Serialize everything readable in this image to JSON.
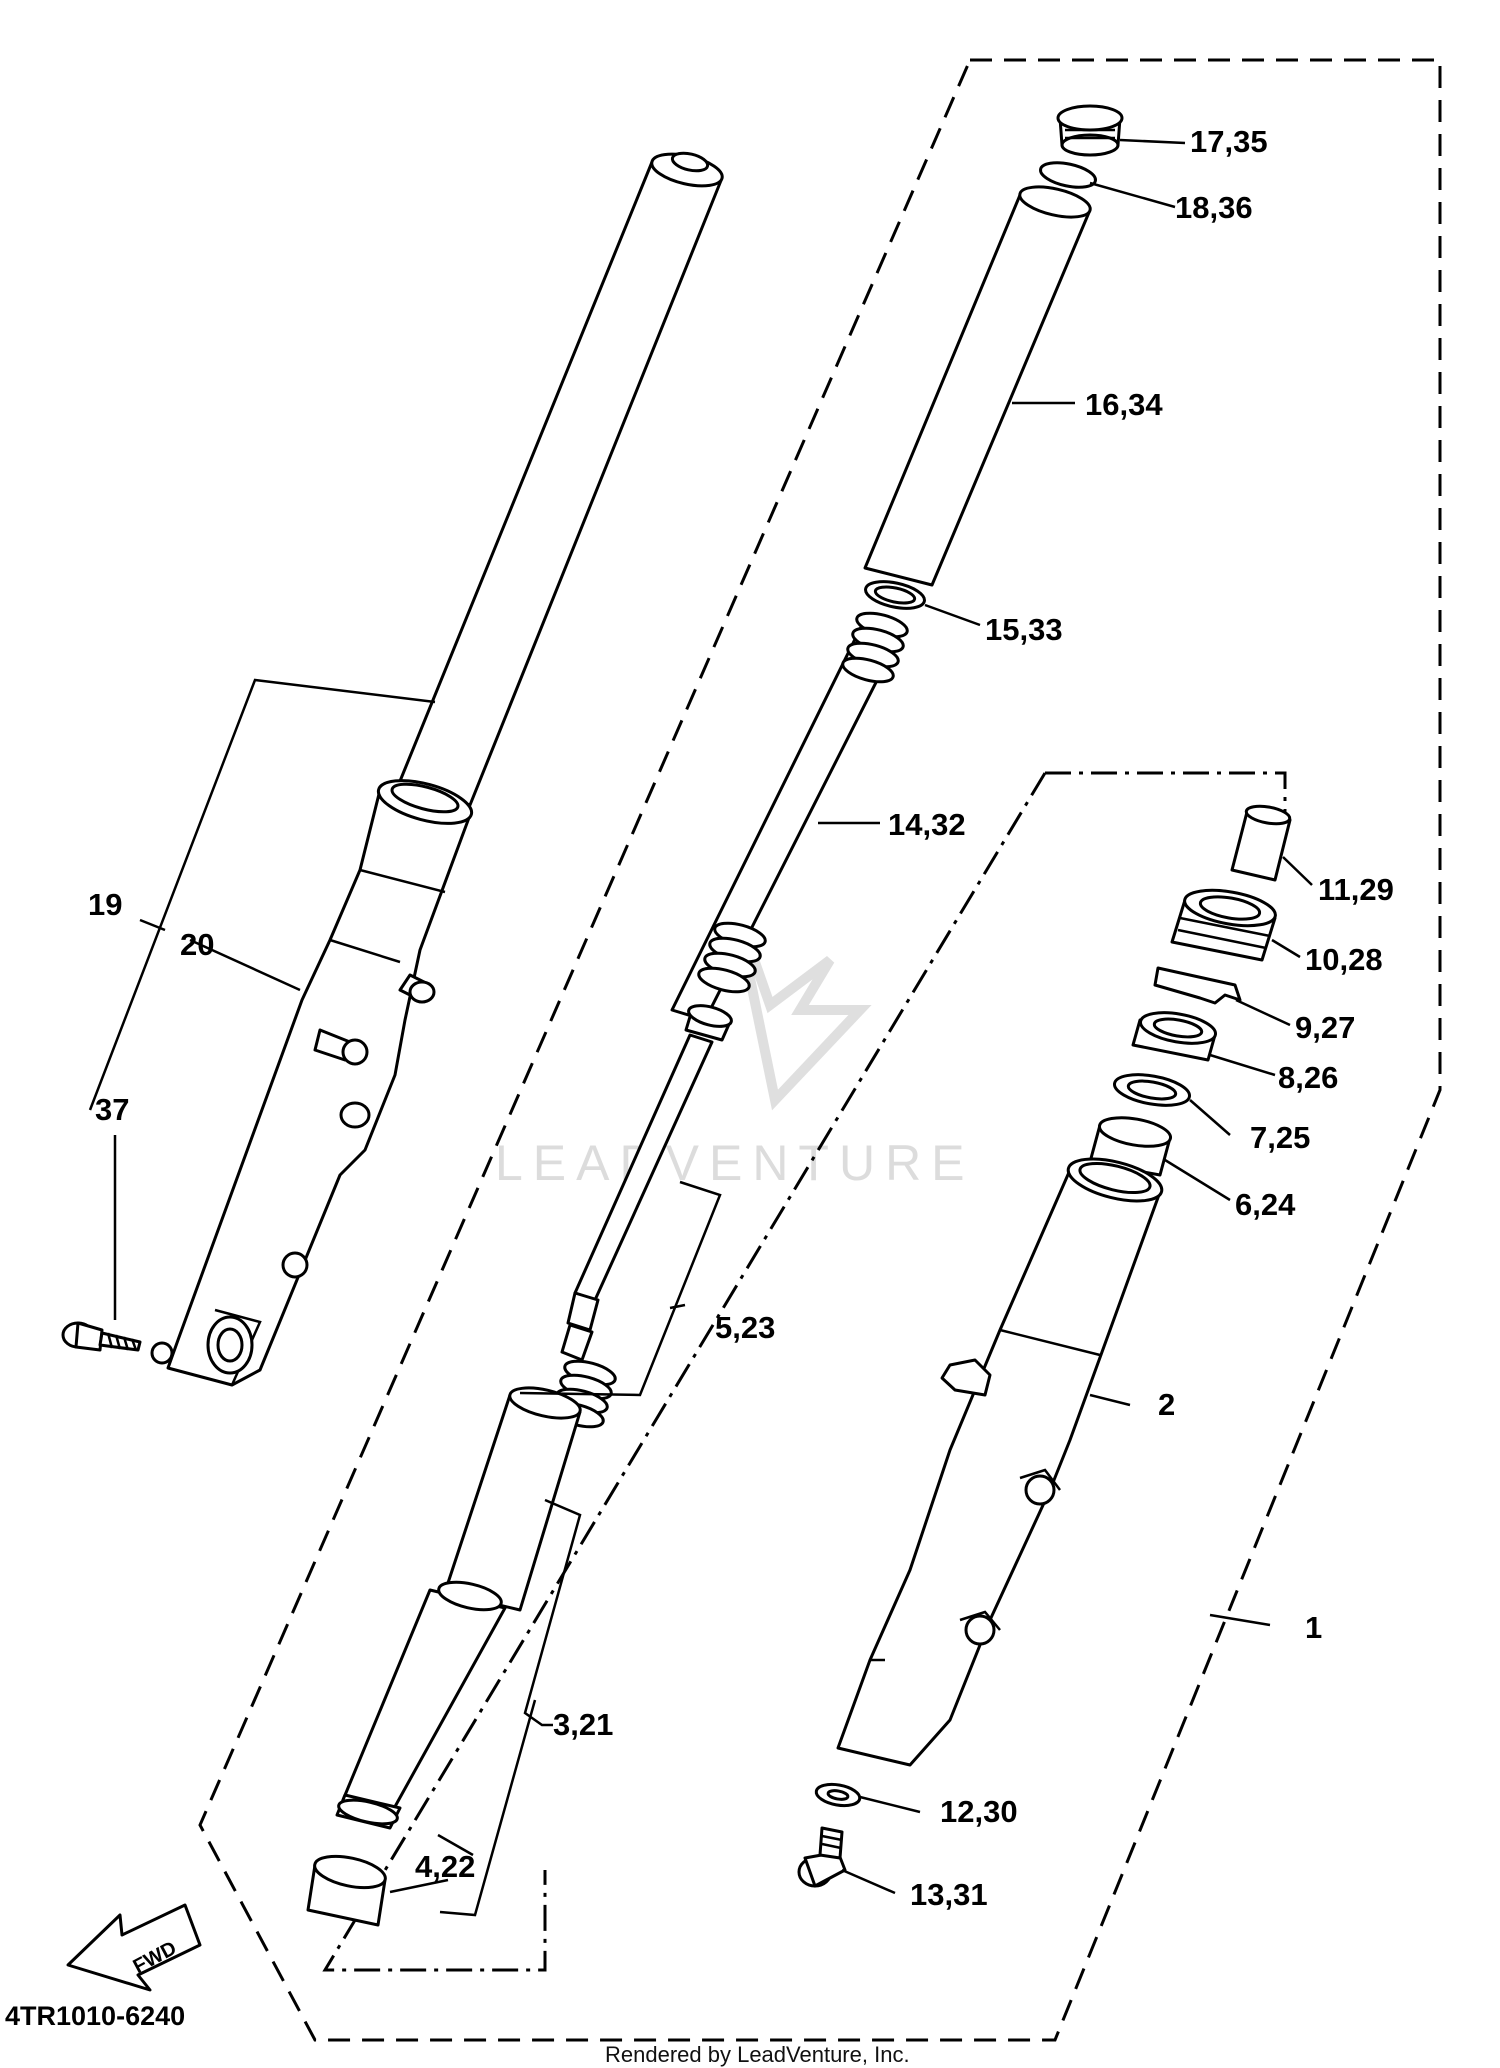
{
  "diagram_code": "4TR1010-6240",
  "credit": "Rendered by LeadVenture, Inc.",
  "watermark": "LEADVENTURE",
  "direction_arrow": "FWD",
  "callouts": [
    "17,35",
    "18,36",
    "16,34",
    "15,33",
    "14,32",
    "11,29",
    "10,28",
    "9,27",
    "8,26",
    "7,25",
    "6,24",
    "5,23",
    "2",
    "1",
    "3,21",
    "4,22",
    "12,30",
    "13,31",
    "19",
    "20",
    "37"
  ]
}
